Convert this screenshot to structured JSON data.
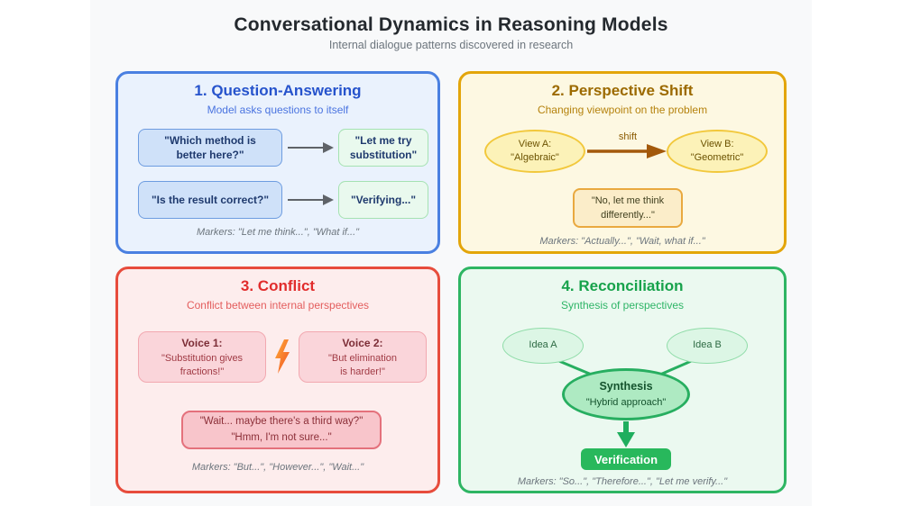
{
  "page": {
    "title": "Conversational Dynamics in Reasoning Models",
    "subtitle": "Internal dialogue patterns discovered in research"
  },
  "colors": {
    "qa_accent": "#4a80e1",
    "shift_accent": "#e3a50a",
    "conflict_accent": "#e74c3c",
    "recon_accent": "#2eb563",
    "marker_text": "#6c757d",
    "verify_green": "#28b85c"
  },
  "quadrants": {
    "qa": {
      "title": "1. Question-Answering",
      "subtitle": "Model asks questions to itself",
      "row1": {
        "q_line1": "\"Which method is",
        "q_line2": "better here?\"",
        "a_line1": "\"Let me try",
        "a_line2": "substitution\""
      },
      "row2": {
        "q_line1": "\"Is the result correct?\"",
        "a_line1": "\"Verifying...\""
      },
      "markers": "Markers: \"Let me think...\", \"What if...\""
    },
    "shift": {
      "title": "2. Perspective Shift",
      "subtitle": "Changing viewpoint on the problem",
      "view_a": {
        "line1": "View A:",
        "line2": "\"Algebraic\""
      },
      "view_b": {
        "line1": "View B:",
        "line2": "\"Geometric\""
      },
      "arrow_label": "shift",
      "note": {
        "line1": "\"No, let me think",
        "line2": "differently...\""
      },
      "markers": "Markers: \"Actually...\", \"Wait, what if...\""
    },
    "conflict": {
      "title": "3. Conflict",
      "subtitle": "Conflict between internal perspectives",
      "voice1": {
        "label": "Voice 1:",
        "line1": "\"Substitution gives",
        "line2": "fractions!\""
      },
      "voice2": {
        "label": "Voice 2:",
        "line1": "\"But elimination",
        "line2": "is harder!\""
      },
      "third": {
        "line1": "\"Wait... maybe there's a third way?\"",
        "line2": "\"Hmm, I'm not sure...\""
      },
      "markers": "Markers: \"But...\", \"However...\", \"Wait...\""
    },
    "reconciliation": {
      "title": "4. Reconciliation",
      "subtitle": "Synthesis of perspectives",
      "idea_a": "Idea A",
      "idea_b": "Idea B",
      "synthesis": {
        "label": "Synthesis",
        "sub": "\"Hybrid approach\""
      },
      "verification": "Verification",
      "markers": "Markers: \"So...\", \"Therefore...\", \"Let me verify...\""
    }
  }
}
